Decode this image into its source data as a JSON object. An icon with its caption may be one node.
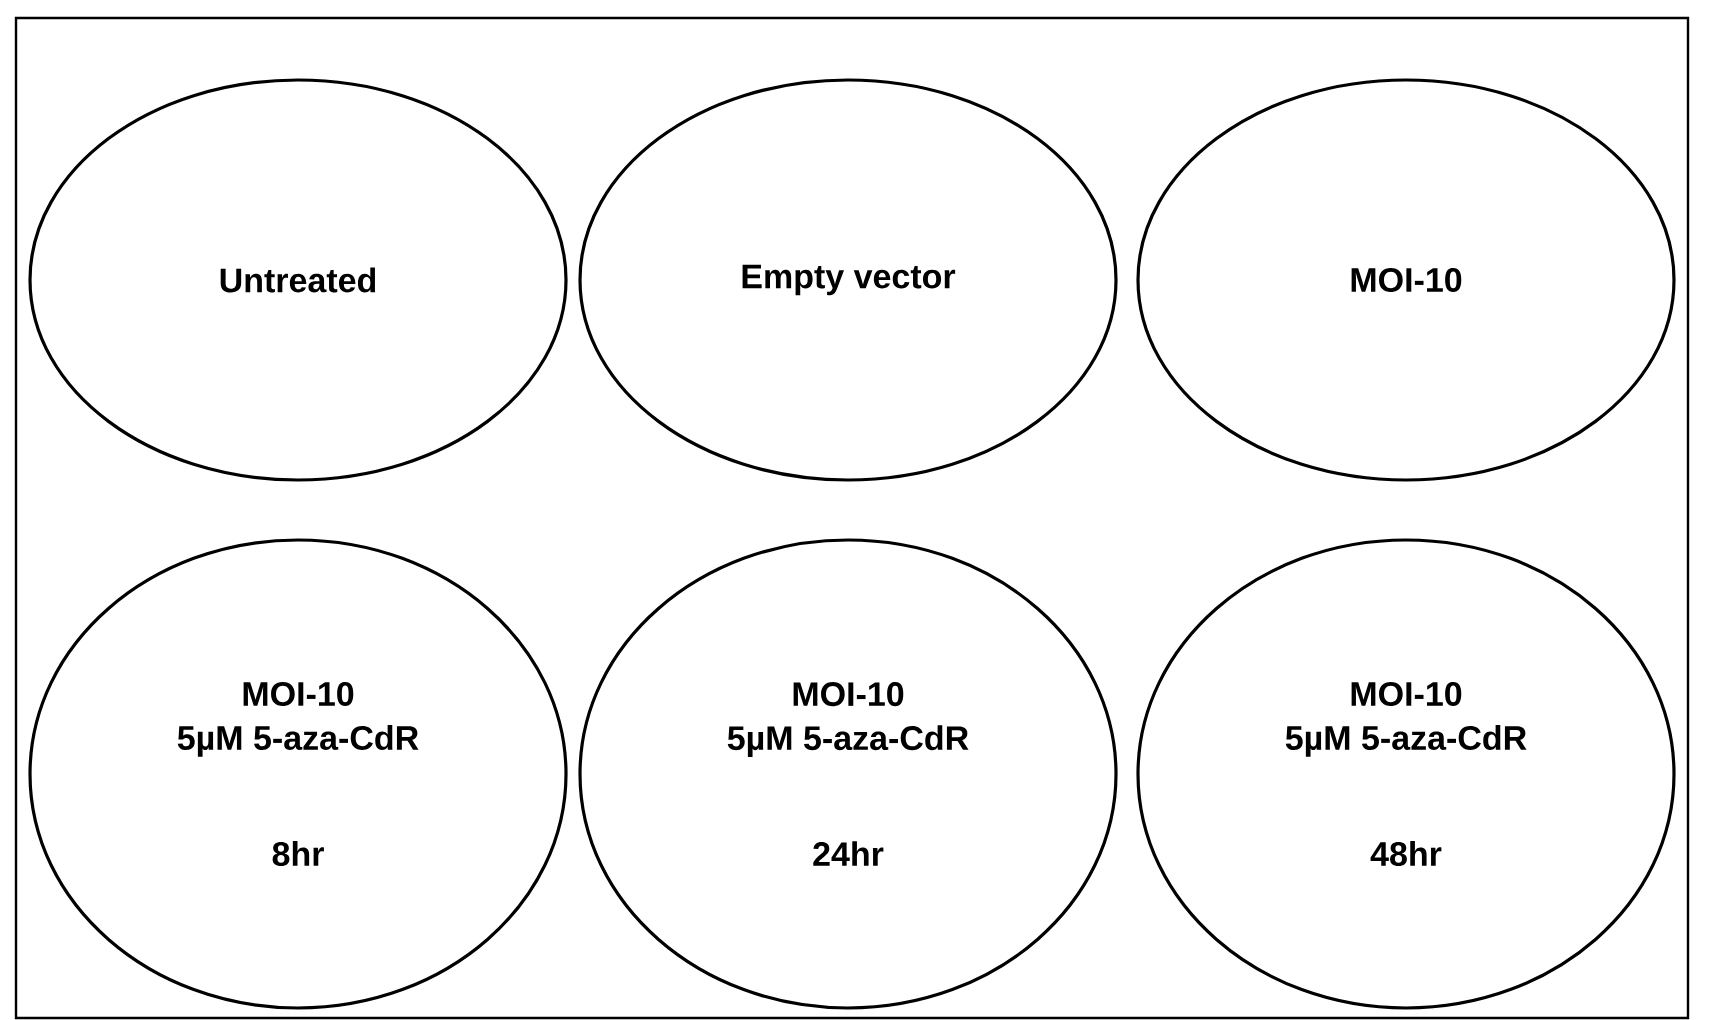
{
  "diagram": {
    "nodes": [
      {
        "text": [],
        "shape": "box"
      },
      {
        "text": [
          "Untreated"
        ],
        "in": 0
      },
      {
        "text": [
          "Empty vector"
        ],
        "in": 0
      },
      {
        "text": [
          "MOI-10"
        ],
        "in": 0
      },
      {
        "text": [
          "MOI-10",
          "5µM 5-aza-CdR",
          "8hr"
        ],
        "in": 0
      },
      {
        "text": [
          "MOI-10",
          "5µM 5-aza-CdR",
          "24hr"
        ],
        "in": 0
      },
      {
        "text": [
          "MOI-10",
          "5µM 5-aza-CdR",
          "48hr"
        ],
        "in": 0
      }
    ]
  }
}
